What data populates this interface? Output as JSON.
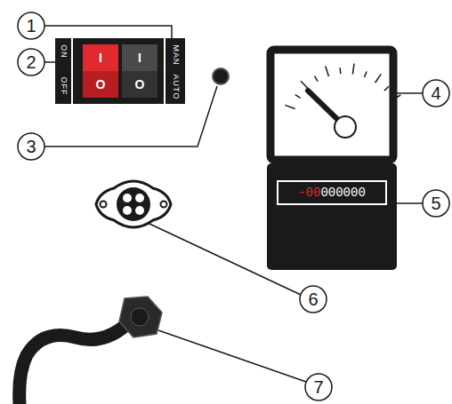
{
  "diagram": {
    "labels": [
      "1",
      "2",
      "3",
      "4",
      "5",
      "6",
      "7",
      "ON",
      "OFF",
      "MAN",
      "AUTO",
      "I",
      "O",
      "I",
      "O",
      "-00",
      "000000"
    ]
  }
}
